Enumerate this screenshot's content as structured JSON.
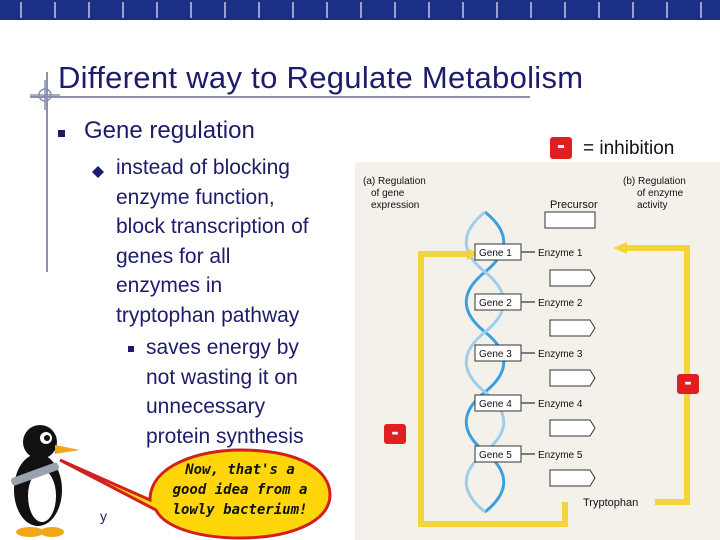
{
  "slide": {
    "title": "Different way to Regulate Metabolism",
    "bullet1": "Gene regulation",
    "bullet2_lines": [
      "instead of blocking",
      "enzyme function,",
      "block transcription of",
      "genes for all",
      "enzymes in",
      "tryptophan pathway"
    ],
    "bullet3_lines": [
      "saves energy by",
      "not wasting it on",
      "unnecessary",
      "protein synthesis"
    ],
    "legend_minus": "-",
    "legend_text": "= inhibition",
    "bubble_lines": [
      "Now, that's a",
      "good idea from a",
      "lowly bacterium!"
    ],
    "corner_text": "y"
  },
  "diagram": {
    "label_a": [
      "(a) Regulation",
      "of gene",
      "expression"
    ],
    "label_b": [
      "(b) Regulation",
      "of enzyme",
      "activity"
    ],
    "precursor": "Precursor",
    "tryptophan": "Tryptophan",
    "genes": [
      "Gene 1",
      "Gene 2",
      "Gene 3",
      "Gene 4",
      "Gene 5"
    ],
    "enzymes": [
      "Enzyme 1",
      "Enzyme 2",
      "Enzyme 3",
      "Enzyme 4",
      "Enzyme 5"
    ],
    "minus_left": "-",
    "minus_right": "-"
  },
  "colors": {
    "header": "#1c2f86",
    "text": "#1c1c6a",
    "inhibition": "#e02020",
    "arrow_yellow": "#f4d43a",
    "dna": "#3aa0e0",
    "diagram_bg": "#c9a27a"
  }
}
